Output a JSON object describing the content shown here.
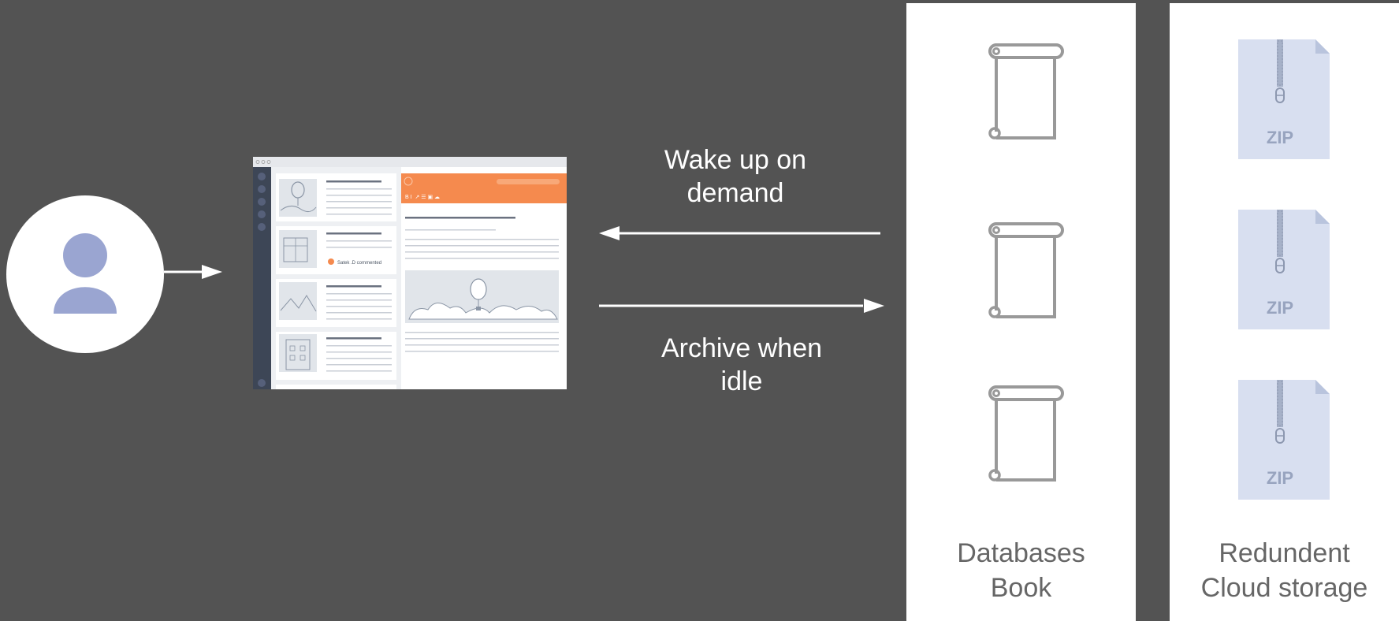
{
  "arrows": {
    "wake": "Wake up on\ndemand",
    "archive": "Archive when\nidle"
  },
  "panels": {
    "databases": "Databases\nBook",
    "cloud": "Redundent\nCloud storage"
  },
  "zip_label": "ZIP",
  "app_preview": {
    "comment_text": "Satek .D commented",
    "toolbar_glyphs": "B  I    ↗  ☰  ▣  ☁"
  },
  "colors": {
    "background": "#535353",
    "avatar": "#9aa5d1",
    "accent": "#f58a4e",
    "scroll": "#999999",
    "zip": "#d8dff0"
  }
}
